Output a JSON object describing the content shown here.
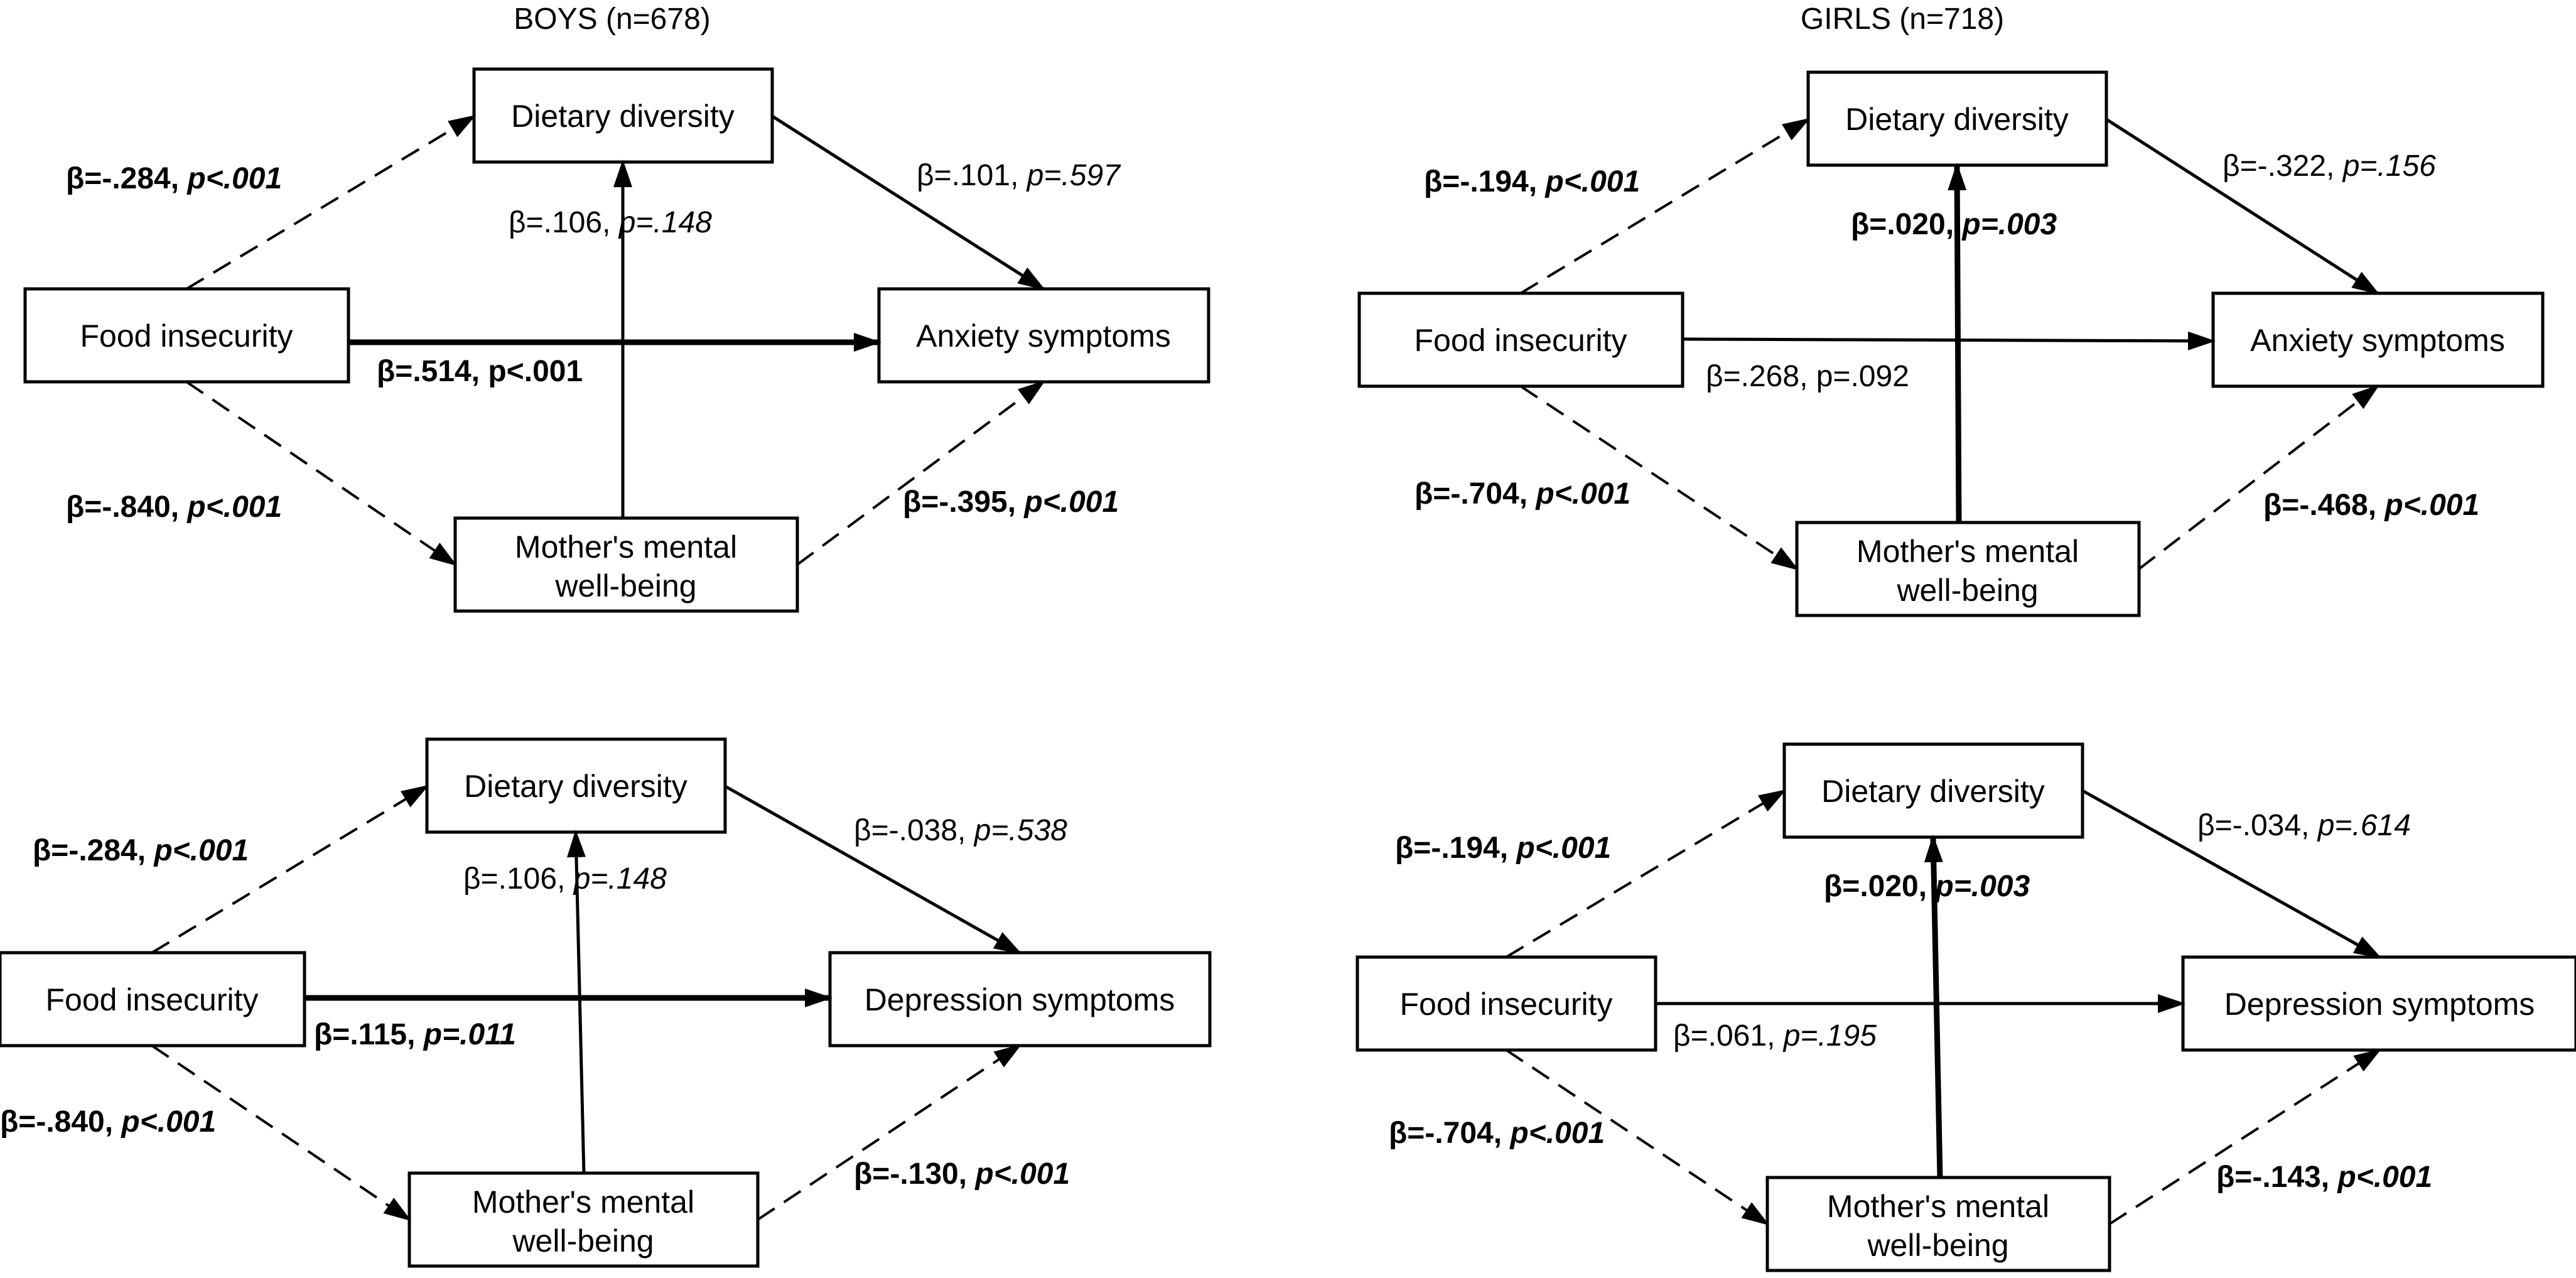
{
  "headers": {
    "boys": "BOYS (n=678)",
    "girls": "GIRLS (n=718)"
  },
  "nodes": {
    "food": "Food insecurity",
    "diet": "Dietary diversity",
    "mother_line1": "Mother's mental",
    "mother_line2": "well-being",
    "anxiety": "Anxiety symptoms",
    "depression": "Depression symptoms"
  },
  "panels": [
    {
      "id": "boys-anxiety",
      "outcome": "Anxiety symptoms",
      "edges": [
        {
          "id": "food-diet",
          "beta": "β=-.284, ",
          "p": "p<.001",
          "significant": true,
          "style": "dashed"
        },
        {
          "id": "food-mother",
          "beta": "β=-.840, ",
          "p": "p<.001",
          "significant": true,
          "style": "dashed"
        },
        {
          "id": "mother-diet",
          "beta": "β=.106, ",
          "p": "p=.148",
          "significant": false,
          "style": "solid"
        },
        {
          "id": "diet-outcome",
          "beta": "β=.101, ",
          "p": "p=.597",
          "significant": false,
          "style": "solid"
        },
        {
          "id": "mother-outcome",
          "beta": "β=-.395, ",
          "p": "p<.001",
          "significant": true,
          "style": "dashed"
        },
        {
          "id": "food-outcome",
          "beta": "β=.514, ",
          "p": "p<.001",
          "significant": true,
          "style": "thick"
        }
      ]
    },
    {
      "id": "girls-anxiety",
      "outcome": "Anxiety symptoms",
      "edges": [
        {
          "id": "food-diet",
          "beta": "β=-.194, ",
          "p": "p<.001",
          "significant": true,
          "style": "dashed"
        },
        {
          "id": "food-mother",
          "beta": "β=-.704, ",
          "p": "p<.001",
          "significant": true,
          "style": "dashed"
        },
        {
          "id": "mother-diet",
          "beta": "β=.020, ",
          "p": "p=.003",
          "significant": true,
          "style": "thick"
        },
        {
          "id": "diet-outcome",
          "beta": "β=-.322, ",
          "p": "p=.156",
          "significant": false,
          "style": "solid"
        },
        {
          "id": "mother-outcome",
          "beta": "β=-.468, ",
          "p": "p<.001",
          "significant": true,
          "style": "dashed"
        },
        {
          "id": "food-outcome",
          "beta": "β=.268, ",
          "p": "p=.092",
          "significant": false,
          "style": "solid"
        }
      ]
    },
    {
      "id": "boys-depression",
      "outcome": "Depression symptoms",
      "edges": [
        {
          "id": "food-diet",
          "beta": "β=-.284, ",
          "p": "p<.001",
          "significant": true,
          "style": "dashed"
        },
        {
          "id": "food-mother",
          "beta": "β=-.840, ",
          "p": "p<.001",
          "significant": true,
          "style": "dashed"
        },
        {
          "id": "mother-diet",
          "beta": "β=.106, ",
          "p": "p=.148",
          "significant": false,
          "style": "solid"
        },
        {
          "id": "diet-outcome",
          "beta": "β=-.038, ",
          "p": "p=.538",
          "significant": false,
          "style": "solid"
        },
        {
          "id": "mother-outcome",
          "beta": "β=-.130, ",
          "p": "p<.001",
          "significant": true,
          "style": "dashed"
        },
        {
          "id": "food-outcome",
          "beta": "β=.115, ",
          "p": "p=.011",
          "significant": true,
          "style": "thick"
        }
      ]
    },
    {
      "id": "girls-depression",
      "outcome": "Depression symptoms",
      "edges": [
        {
          "id": "food-diet",
          "beta": "β=-.194, ",
          "p": "p<.001",
          "significant": true,
          "style": "dashed"
        },
        {
          "id": "food-mother",
          "beta": "β=-.704, ",
          "p": "p<.001",
          "significant": true,
          "style": "dashed"
        },
        {
          "id": "mother-diet",
          "beta": "β=.020, ",
          "p": "p=.003",
          "significant": true,
          "style": "thick"
        },
        {
          "id": "diet-outcome",
          "beta": "β=-.034, ",
          "p": "p=.614",
          "significant": false,
          "style": "solid"
        },
        {
          "id": "mother-outcome",
          "beta": "β=-.143, ",
          "p": "p<.001",
          "significant": true,
          "style": "dashed"
        },
        {
          "id": "food-outcome",
          "beta": "β=.061, ",
          "p": "p=.195",
          "significant": false,
          "style": "solid"
        }
      ]
    }
  ]
}
